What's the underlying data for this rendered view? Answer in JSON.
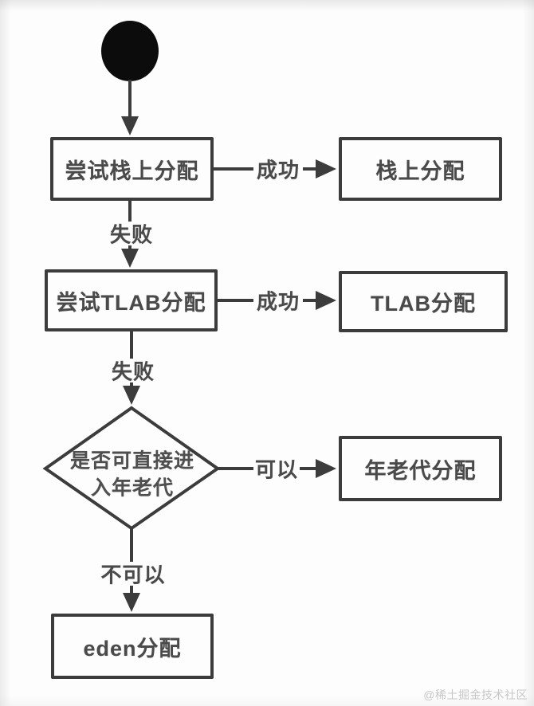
{
  "diagram": {
    "type": "flowchart",
    "nodes": {
      "start": "start-filled-circle",
      "try_stack": "尝试栈上分配",
      "stack_alloc": "栈上分配",
      "try_tlab": "尝试TLAB分配",
      "tlab_alloc": "TLAB分配",
      "decision_line1": "是否可直接进",
      "decision_line2": "入年老代",
      "old_gen_alloc": "年老代分配",
      "eden_alloc": "eden分配"
    },
    "edges": {
      "stack_success": "成功",
      "stack_fail": "失败",
      "tlab_success": "成功",
      "tlab_fail": "失败",
      "decision_yes": "可以",
      "decision_no": "不可以"
    },
    "colors": {
      "line": "#3c3c3c",
      "text": "#4a4a4a",
      "background": "#fdfdfd",
      "start_fill": "#0c0c0c",
      "watermark": "#c6c6c6"
    }
  },
  "watermark": "@稀土掘金技术社区"
}
